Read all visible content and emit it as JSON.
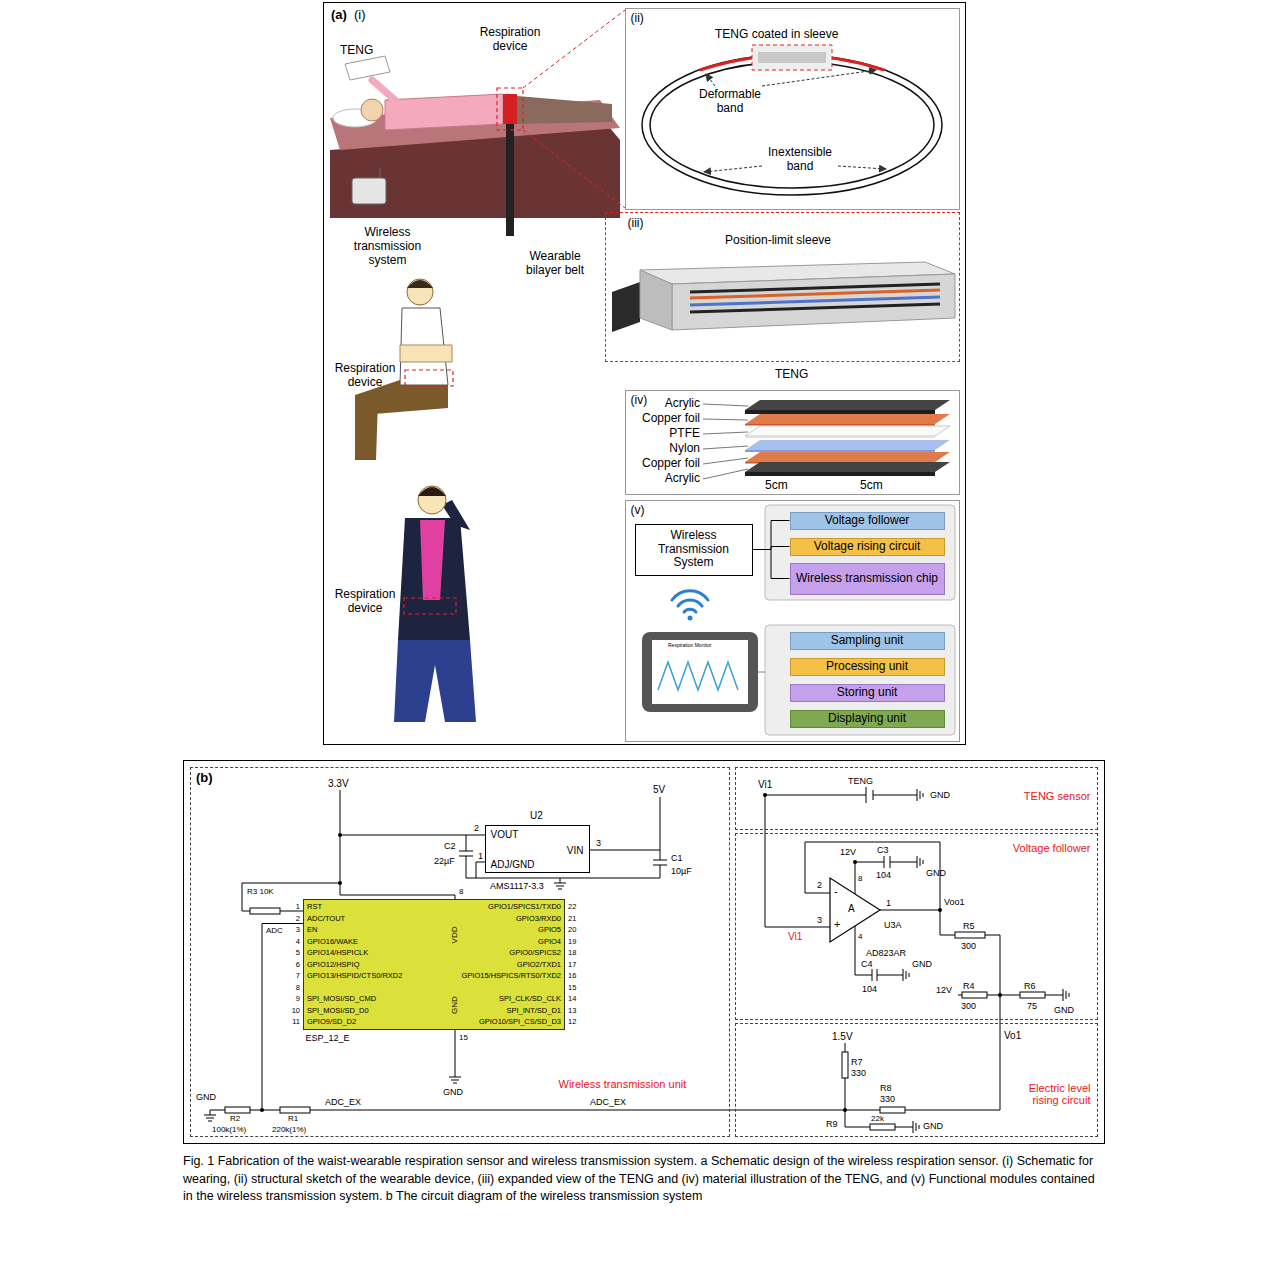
{
  "diagram": {
    "caption": "Fig. 1 Fabrication of the waist-wearable respiration sensor and wireless transmission system. a Schematic design of the wireless respiration sensor. (i) Schematic for wearing, (ii) structural sketch of the wearable device, (iii) expanded view of the TENG and (iv) material illustration of the TENG, and (v) Functional modules contained in the wireless transmission system. b The circuit diagram of the wireless transmission system",
    "nodes": [
      {
        "text": [
          "(a)"
        ]
      },
      {
        "text": [
          "(ii)"
        ],
        "in": 0
      },
      {
        "text": [
          "(iii)"
        ],
        "in": 0
      },
      {
        "text": [
          "(iv)"
        ],
        "in": 0
      },
      {
        "text": [
          "(v)"
        ],
        "in": 0
      },
      {
        "text": [
          "Wireless Transmission System"
        ],
        "in": 4
      },
      {
        "text": [
          "Voltage follower"
        ],
        "in": 4
      },
      {
        "text": [
          "Voltage rising circuit"
        ],
        "in": 4
      },
      {
        "text": [
          "Wireless transmission chip"
        ],
        "in": 4
      },
      {
        "text": [
          "Sampling unit"
        ],
        "in": 4
      },
      {
        "text": [
          "Processing unit"
        ],
        "in": 4
      },
      {
        "text": [
          "Storing unit"
        ],
        "in": 4
      },
      {
        "text": [
          "Displaying unit"
        ],
        "in": 4
      },
      {
        "text": [
          "(b)"
        ]
      },
      {
        "text": [
          "Wireless transmission unit"
        ],
        "in": 13
      },
      {
        "text": [
          "VOUT",
          "VIN",
          "ADJ/GND"
        ],
        "in": 14
      },
      {
        "text": [
          "ESP_12_E"
        ],
        "in": 14
      },
      {
        "text": [
          "TENG sensor"
        ],
        "in": 13
      },
      {
        "text": [
          "Voltage follower"
        ],
        "in": 13
      },
      {
        "text": [
          "Electric level rising circuit"
        ],
        "in": 13
      }
    ],
    "edges": [
      {
        "from": 5,
        "to": 6,
        "arrow": "none"
      },
      {
        "from": 5,
        "to": 7,
        "arrow": "none"
      },
      {
        "from": 5,
        "to": 8,
        "arrow": "none"
      }
    ],
    "labels": [
      "(i)",
      "TENG",
      "Respiration device",
      "Wireless transmission system",
      "Wearable bilayer belt",
      "TENG coated in sleeve",
      "Deformable band",
      "Inextensible band",
      "Position-limit sleeve",
      "TENG",
      "Acrylic",
      "Copper foil",
      "PTFE",
      "Nylon",
      "Copper foil",
      "Acrylic",
      "5cm",
      "5cm",
      "Respiration device",
      "Respiration device",
      "Respiration Monitor",
      "3.3V",
      "U2",
      "2",
      "1",
      "3",
      "5V",
      "C2",
      "22µF",
      "AMS1117-3.3",
      "C1",
      "10µF",
      "R3 10K",
      "ADC",
      "8",
      "VDD",
      "GND",
      "15",
      "GND",
      "GND",
      "R2",
      "100k(1%)",
      "R1",
      "220k(1%)",
      "ADC_EX",
      "ADC_EX",
      "Vi1",
      "TENG",
      "GND",
      "12V",
      "C3",
      "104",
      "GND",
      "2",
      "8",
      "1",
      "Voo1",
      "R5",
      "300",
      "-",
      "+",
      "A",
      "3",
      "U3A",
      "Vi1",
      "AD823AR",
      "4",
      "C4",
      "104",
      "GND",
      "12V",
      "R4",
      "300",
      "R6",
      "75",
      "GND",
      "Vo1",
      "1.5V",
      "R7",
      "330",
      "R8",
      "330",
      "R9",
      "22k",
      "GND",
      "RST",
      "ADC/TOUT",
      "EN",
      "GPIO16/WAKE",
      "GPIO14/HSPICLK",
      "GPIO12/HSPIQ",
      "GPIO13/HSPID/CTS0/RXD2",
      "SPI_MOSI/SD_CMD",
      "SPI_MOSI/SD_D0",
      "GPIO9/SD_D2",
      "1",
      "2",
      "3",
      "4",
      "5",
      "6",
      "7",
      "8",
      "9",
      "10",
      "11",
      "GPIO1/SPICS1/TXD0",
      "GPIO3/RXD0",
      "GPIO5",
      "GPIO4",
      "GPIO0/SPICS2",
      "GPIO2/TXD1",
      "GPIO15/HSPICS/RTS0/TXD2",
      "SPI_CLK/SD_CLK",
      "SPI_INT/SD_D1",
      "GPIO10/SPI_CS/SD_D3",
      "22",
      "21",
      "20",
      "19",
      "18",
      "17",
      "16",
      "15",
      "14",
      "13",
      "12"
    ]
  }
}
